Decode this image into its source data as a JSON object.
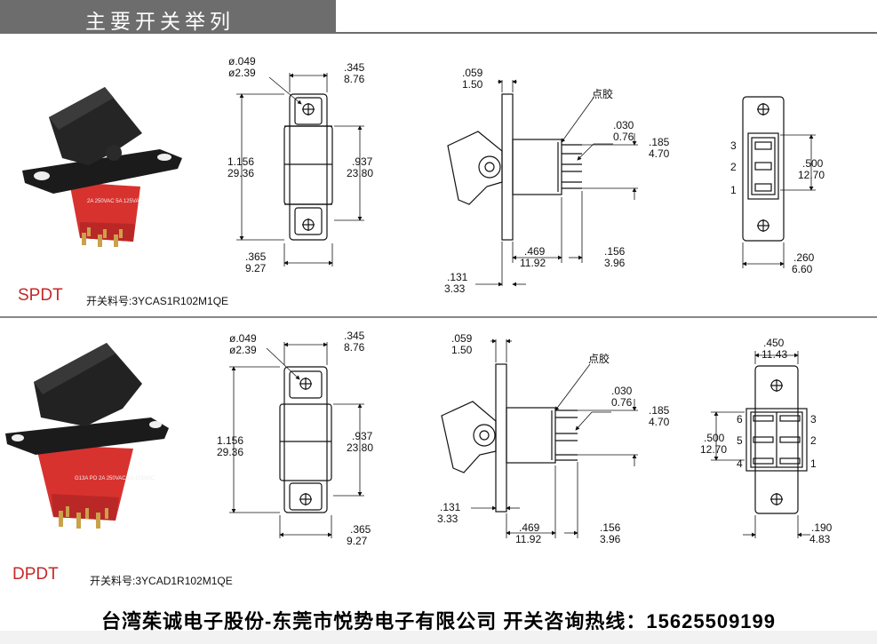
{
  "header": {
    "title": "主要开关举列"
  },
  "spdt": {
    "type_label": "SPDT",
    "part_prefix": "开关料号:",
    "part_number": "3YCAS1R102M1QE",
    "dims": {
      "hole_in": "ø.049",
      "hole_mm": "ø2.39",
      "w_in": ".345",
      "w_mm": "8.76",
      "h_in": "1.156",
      "h_mm": "29.36",
      "body_in": ".937",
      "body_mm": "23.80",
      "bw_in": ".365",
      "bw_mm": "9.27",
      "t_in": ".059",
      "t_mm": "1.50",
      "glue": "点胶",
      "pin_in": ".030",
      "pin_mm": "0.76",
      "ps_in": ".185",
      "ps_mm": "4.70",
      "d1_in": ".469",
      "d1_mm": "11.92",
      "d2_in": ".156",
      "d2_mm": "3.96",
      "d3_in": ".131",
      "d3_mm": "3.33",
      "pitch_in": ".500",
      "pitch_mm": "12.70",
      "bot_in": ".260",
      "bot_mm": "6.60",
      "pins": [
        "3",
        "2",
        "1"
      ]
    },
    "label_text": "2A 250VAC 5A 125VAC"
  },
  "dpdt": {
    "type_label": "DPDT",
    "part_prefix": "开关料号:",
    "part_number": "3YCAD1R102M1QE",
    "dims": {
      "hole_in": "ø.049",
      "hole_mm": "ø2.39",
      "w_in": ".345",
      "w_mm": "8.76",
      "h_in": "1.156",
      "h_mm": "29.36",
      "body_in": ".937",
      "body_mm": "23.80",
      "bw_in": ".365",
      "bw_mm": "9.27",
      "t_in": ".059",
      "t_mm": "1.50",
      "glue": "点胶",
      "pin_in": ".030",
      "pin_mm": "0.76",
      "ps_in": ".185",
      "ps_mm": "4.70",
      "d1_in": ".469",
      "d1_mm": "11.92",
      "d2_in": ".156",
      "d2_mm": "3.96",
      "d3_in": ".131",
      "d3_mm": "3.33",
      "top_in": ".450",
      "top_mm": "11.43",
      "pitch_in": ".500",
      "pitch_mm": "12.70",
      "bot_in": ".190",
      "bot_mm": "4.83",
      "pins_left": [
        "6",
        "5",
        "4"
      ],
      "pins_right": [
        "3",
        "2",
        "1"
      ]
    },
    "label_text": "G13A PO 2A 250VAC 5A 125VAC"
  },
  "footer": {
    "text": "台湾茱诚电子股份-东莞市悦势电子有限公司  开关咨询热线：15625509199"
  }
}
